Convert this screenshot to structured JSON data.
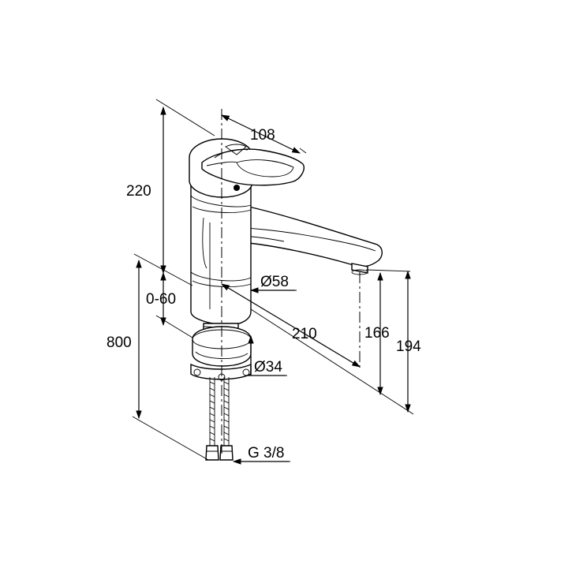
{
  "dimensions": {
    "width_108": "108",
    "height_220": "220",
    "range_0_60": "0-60",
    "length_800": "800",
    "diameter_58": "Ø58",
    "reach_210": "210",
    "height_166": "166",
    "height_194": "194",
    "diameter_34": "Ø34",
    "thread_g38": "G 3/8"
  }
}
